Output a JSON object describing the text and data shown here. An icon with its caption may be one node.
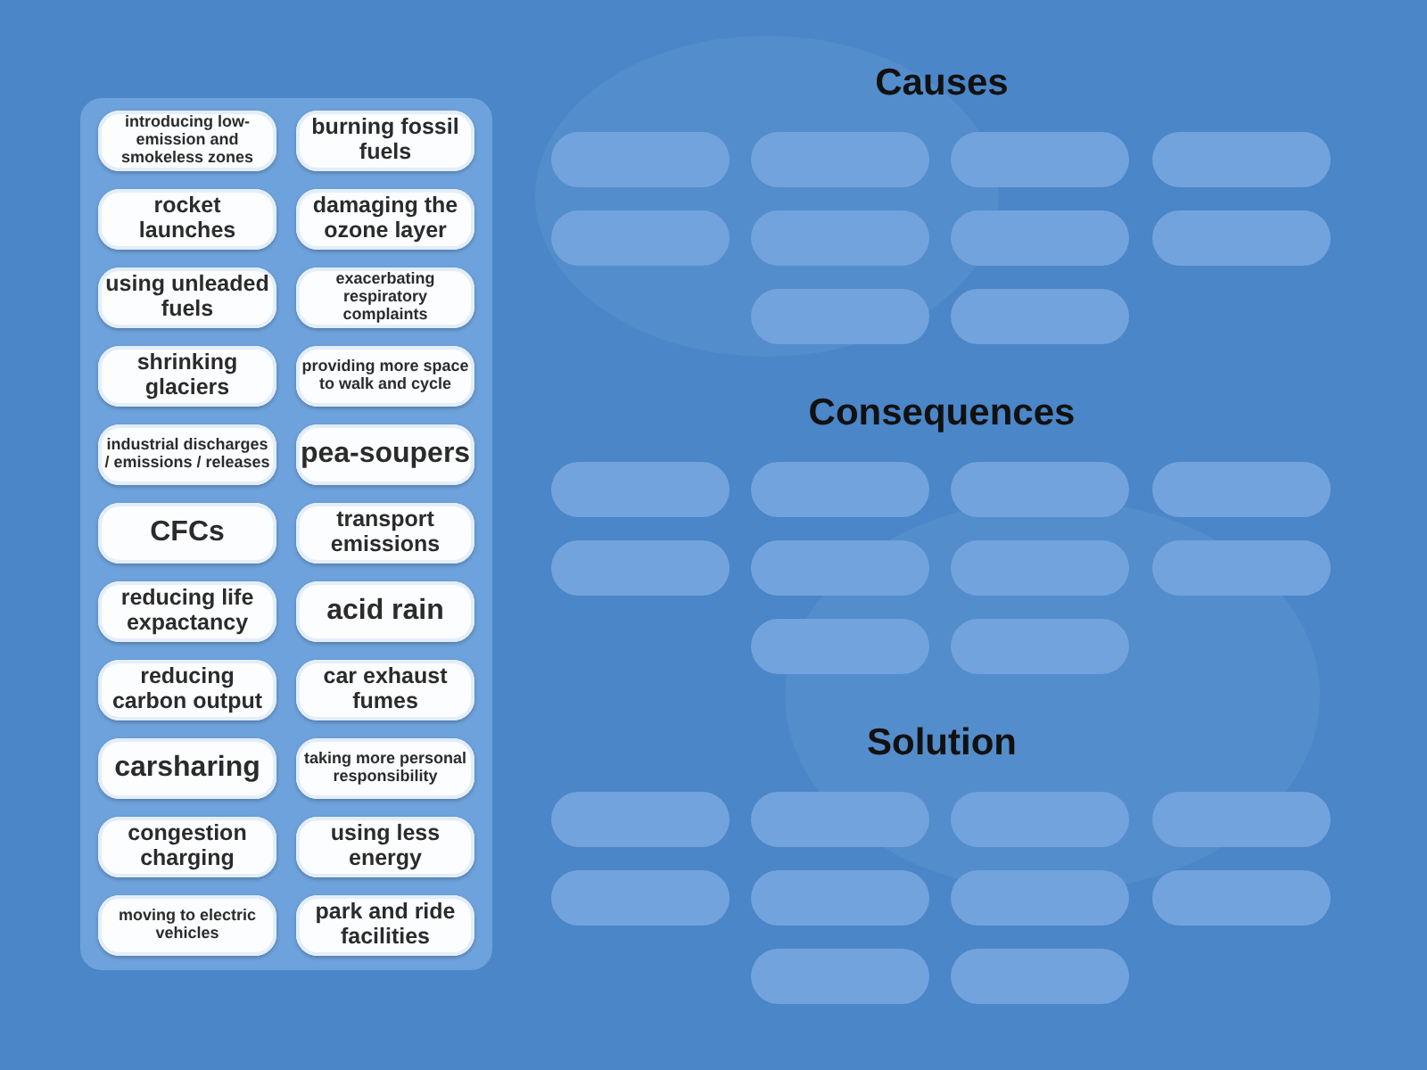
{
  "diagram": {
    "nodes": [
      {
        "text": [],
        "shape": "box"
      },
      {
        "text": [
          "introducing low-emission and smokeless zones"
        ],
        "in": 0
      },
      {
        "text": [
          "burning fossil fuels"
        ],
        "in": 0
      },
      {
        "text": [
          "rocket launches"
        ],
        "in": 0
      },
      {
        "text": [
          "damaging the ozone layer"
        ],
        "in": 0
      },
      {
        "text": [
          "using unleaded fuels"
        ],
        "in": 0
      },
      {
        "text": [
          "exacerbating respiratory complaints"
        ],
        "in": 0
      },
      {
        "text": [
          "shrinking glaciers"
        ],
        "in": 0
      },
      {
        "text": [
          "providing more space to walk and cycle"
        ],
        "in": 0
      },
      {
        "text": [
          "industrial discharges / emissions / releases"
        ],
        "in": 0
      },
      {
        "text": [
          "pea-soupers"
        ],
        "in": 0
      },
      {
        "text": [
          "CFCs"
        ],
        "in": 0
      },
      {
        "text": [
          "transport emissions"
        ],
        "in": 0
      },
      {
        "text": [
          "reducing life expactancy"
        ],
        "in": 0
      },
      {
        "text": [
          "acid rain"
        ],
        "in": 0
      },
      {
        "text": [
          "reducing carbon output"
        ],
        "in": 0
      },
      {
        "text": [
          "car exhaust fumes"
        ],
        "in": 0
      },
      {
        "text": [
          "carsharing"
        ],
        "in": 0
      },
      {
        "text": [
          "taking more personal responsibility"
        ],
        "in": 0
      },
      {
        "text": [
          "congestion charging"
        ],
        "in": 0
      },
      {
        "text": [
          "using less energy"
        ],
        "in": 0
      },
      {
        "text": [
          "moving to electric vehicles"
        ],
        "in": 0
      },
      {
        "text": [
          "park and ride facilities"
        ],
        "in": 0
      },
      {
        "text": [],
        "shape": "box"
      },
      {
        "text": [],
        "shape": "box"
      },
      {
        "text": [],
        "shape": "box"
      },
      {
        "text": [],
        "shape": "box"
      },
      {
        "text": [],
        "shape": "box"
      },
      {
        "text": [],
        "shape": "box"
      },
      {
        "text": [],
        "shape": "box"
      },
      {
        "text": [],
        "shape": "box"
      },
      {
        "text": [],
        "shape": "box"
      },
      {
        "text": [],
        "shape": "box"
      },
      {
        "text": [],
        "shape": "box"
      },
      {
        "text": [],
        "shape": "box"
      },
      {
        "text": [],
        "shape": "box"
      },
      {
        "text": [],
        "shape": "box"
      },
      {
        "text": [],
        "shape": "box"
      },
      {
        "text": [],
        "shape": "box"
      },
      {
        "text": [],
        "shape": "box"
      },
      {
        "text": [],
        "shape": "box"
      },
      {
        "text": [],
        "shape": "box"
      },
      {
        "text": [],
        "shape": "box"
      },
      {
        "text": [],
        "shape": "box"
      },
      {
        "text": [],
        "shape": "box"
      },
      {
        "text": [],
        "shape": "box"
      },
      {
        "text": [],
        "shape": "box"
      },
      {
        "text": [],
        "shape": "box"
      },
      {
        "text": [],
        "shape": "box"
      },
      {
        "text": [],
        "shape": "box"
      },
      {
        "text": [],
        "shape": "box"
      },
      {
        "text": [],
        "shape": "box"
      },
      {
        "text": [],
        "shape": "box"
      }
    ],
    "edges": [],
    "labels": [
      "Causes",
      "Consequences",
      "Solution"
    ]
  }
}
